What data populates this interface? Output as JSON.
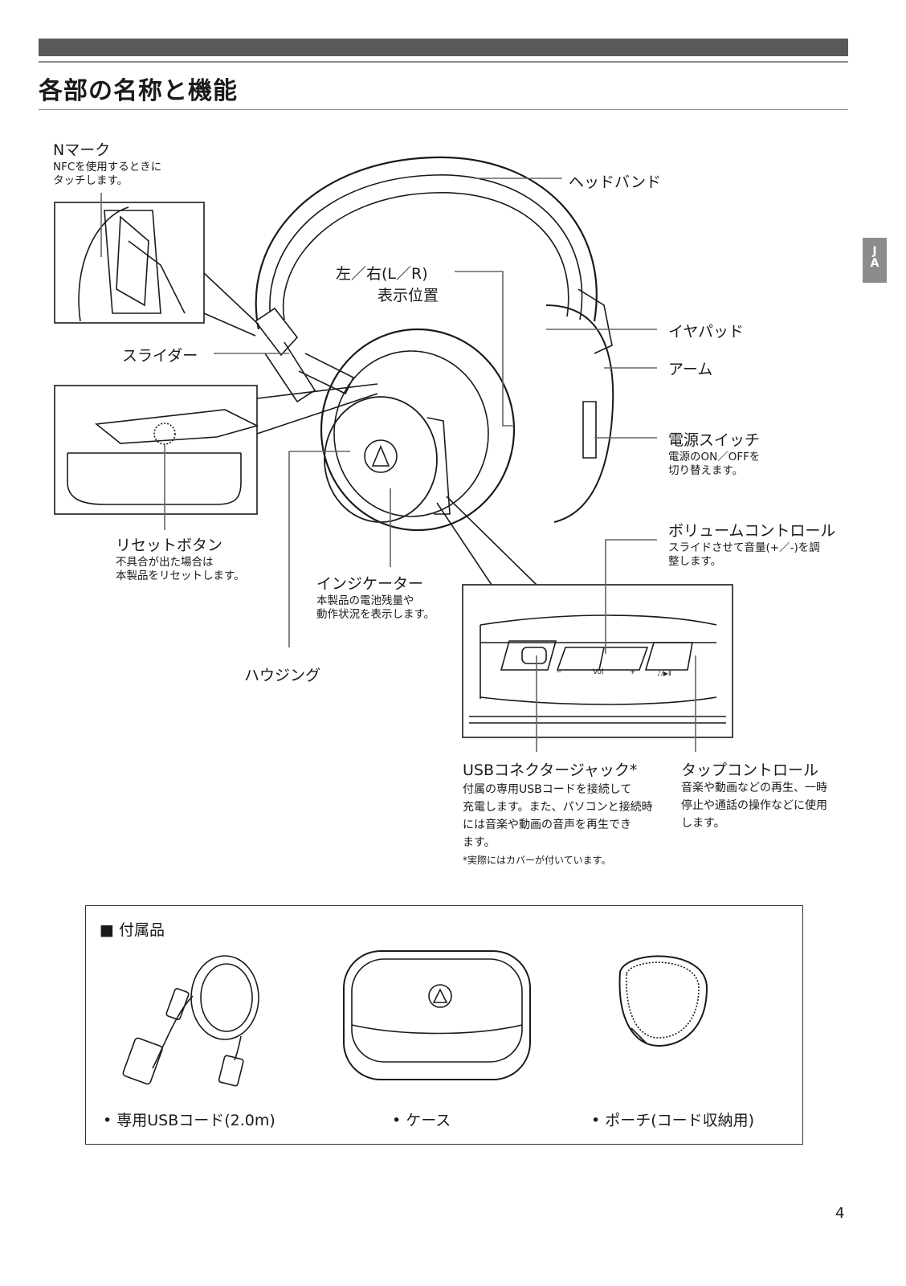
{
  "page": {
    "title": "各部の名称と機能",
    "lang_tab": [
      "J",
      "A"
    ],
    "page_number": "4"
  },
  "labels": {
    "n_mark": {
      "name": "Nマーク",
      "desc": [
        "NFCを使用するときに",
        "タッチします。"
      ]
    },
    "headband": {
      "name": "ヘッドバンド"
    },
    "lr_position": {
      "name": [
        "左／右(L／R)",
        "表示位置"
      ]
    },
    "earpad": {
      "name": "イヤパッド"
    },
    "arm": {
      "name": "アーム"
    },
    "slider": {
      "name": "スライダー"
    },
    "power_switch": {
      "name": "電源スイッチ",
      "desc": [
        "電源のON／OFFを",
        "切り替えます。"
      ]
    },
    "reset_button": {
      "name": "リセットボタン",
      "desc": [
        "不具合が出た場合は",
        "本製品をリセットします。"
      ]
    },
    "volume_control": {
      "name": "ボリュームコントロール",
      "desc": [
        "スライドさせて音量(+／-)を調",
        "整します。"
      ]
    },
    "indicator": {
      "name": "インジケーター",
      "desc": [
        "本製品の電池残量や",
        "動作状況を表示します。"
      ]
    },
    "housing": {
      "name": "ハウジング"
    },
    "usb_jack": {
      "name": "USBコネクタージャック*",
      "desc": [
        "付属の専用USBコードを接続して",
        "充電します。また、パソコンと接続時",
        "には音楽や動画の音声を再生でき",
        "ます。"
      ],
      "note": "*実際にはカバーが付いています。"
    },
    "tap_control": {
      "name": "タップコントロール",
      "desc": [
        "音楽や動画などの再生、一時",
        "停止や通話の操作などに使用",
        "します。"
      ]
    }
  },
  "detail_panel": {
    "vol_minus": "−",
    "vol_label": "Vol",
    "vol_plus": "+",
    "tap_symbol": "♪/▶Ⅱ"
  },
  "accessories": {
    "title": "■ 付属品",
    "items": [
      "• 専用USBコード(2.0m)",
      "•  ケース",
      "•  ポーチ(コード収納用)"
    ]
  }
}
